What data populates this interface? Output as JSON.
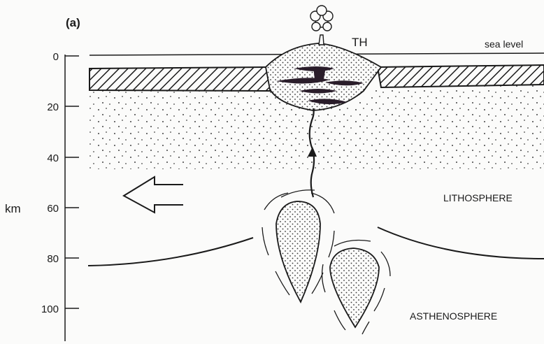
{
  "panel_label": "(a)",
  "axis": {
    "unit": "km",
    "ticks": [
      "0",
      "20",
      "40",
      "60",
      "80",
      "100"
    ]
  },
  "labels": {
    "th": "TH",
    "sea_level": "sea level",
    "lithosphere": "LITHOSPHERE",
    "asthenosphere": "ASTHENOSPHERE"
  },
  "colors": {
    "ink": "#1a1a1a",
    "magma": "#2a1d2a",
    "background": "#fbfbfa"
  },
  "icons": [
    "eruption-plume-icon",
    "motion-arrow-icon",
    "magma-diapir-icon"
  ]
}
